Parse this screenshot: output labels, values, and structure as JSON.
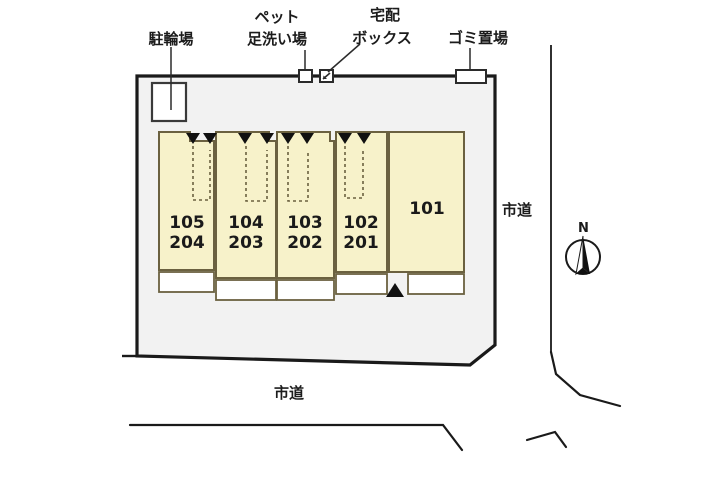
{
  "diagram": {
    "title": "apartment-site-plan",
    "colors": {
      "unit_fill": "#f7f2ca",
      "site_fill": "#f2f2f2",
      "balcony_fill": "#ffffff",
      "outline": "#1a1a1a",
      "unit_outline": "#6b6140",
      "background": "#ffffff"
    }
  },
  "annotations": {
    "bicycle_parking": "駐輪場",
    "pet_wash_line1": "ペット",
    "pet_wash_line2": "足洗い場",
    "delivery_box_line1": "宅配",
    "delivery_box_line2": "ボックス",
    "trash_area": "ゴミ置場"
  },
  "roads": {
    "east_label": "市道",
    "south_label": "市道"
  },
  "compass": {
    "north_label": "N"
  },
  "units": [
    {
      "id": "unit-105-204",
      "first_floor": "105",
      "second_floor": "204"
    },
    {
      "id": "unit-104-203",
      "first_floor": "104",
      "second_floor": "203"
    },
    {
      "id": "unit-103-202",
      "first_floor": "103",
      "second_floor": "202"
    },
    {
      "id": "unit-102-201",
      "first_floor": "102",
      "second_floor": "201"
    },
    {
      "id": "unit-101",
      "first_floor": "101",
      "second_floor": ""
    }
  ]
}
